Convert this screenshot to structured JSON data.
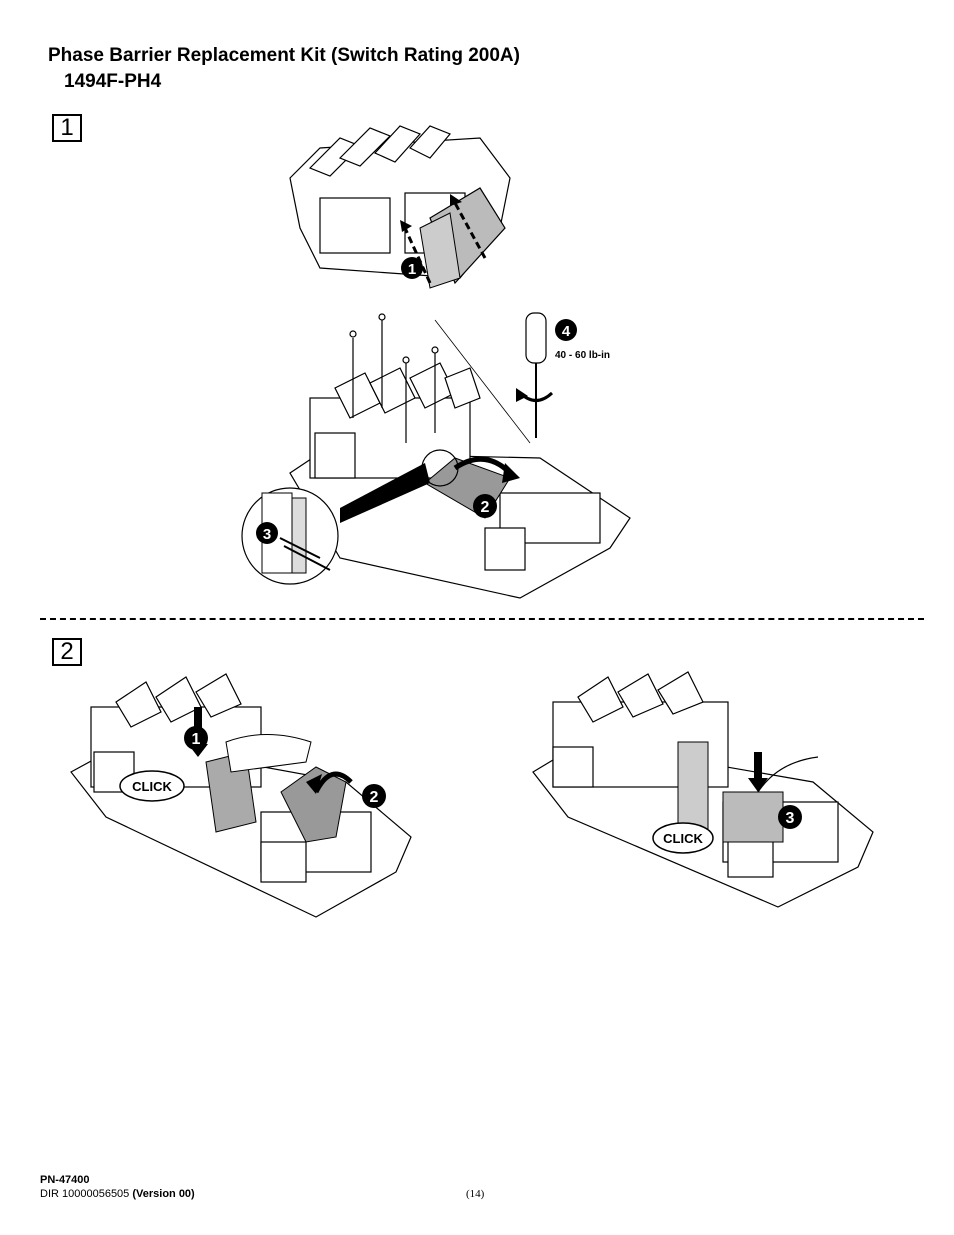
{
  "header": {
    "title": "Phase Barrier Replacement Kit (Switch Rating 200A)",
    "catalog": "1494F-PH4"
  },
  "steps": [
    {
      "number": "1"
    },
    {
      "number": "2"
    }
  ],
  "figure1": {
    "callouts": [
      "1",
      "2",
      "3",
      "4"
    ],
    "torque": "40 - 60 lb-in"
  },
  "figure2a": {
    "callouts": [
      "1",
      "2"
    ],
    "click": "CLICK"
  },
  "figure2b": {
    "callouts": [
      "3"
    ],
    "click": "CLICK"
  },
  "footer": {
    "part_number": "PN-47400",
    "dir": "DIR 10000056505",
    "version": "(Version 00)",
    "page": "(14)"
  }
}
